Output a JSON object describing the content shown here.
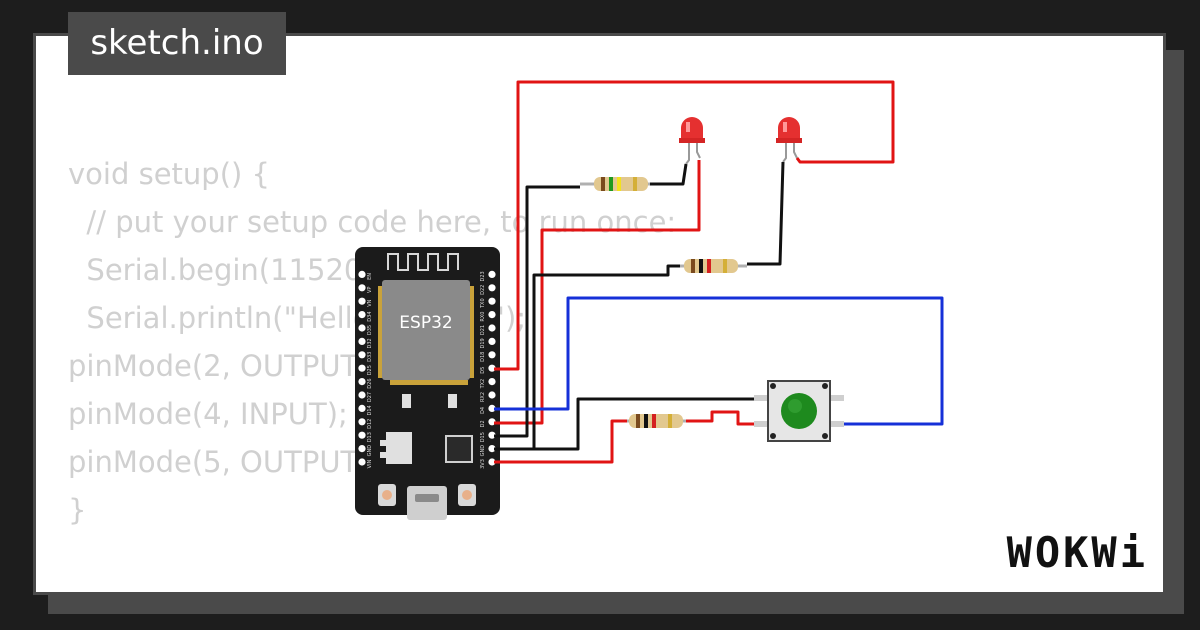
{
  "page": {
    "title": "sketch.ino",
    "brand": "WOKWi"
  },
  "code": {
    "lines": [
      "void setup() {",
      "  // put your setup code here, to run once:",
      "  Serial.begin(115200);",
      "  Serial.println(\"Hello, ESP32!\");",
      "pinMode(2, OUTPUT);",
      "pinMode(4, INPUT);",
      "pinMode(5, OUTPUT);",
      "}"
    ]
  },
  "board": {
    "label": "ESP32",
    "left_pins": [
      "3V3",
      "GND",
      "D15",
      "D2",
      "D4",
      "RX2",
      "TX2",
      "D5",
      "D18",
      "D19",
      "D21",
      "RX0",
      "TX0",
      "D22",
      "D23"
    ],
    "right_pins": [
      "VIN",
      "GND",
      "D13",
      "D12",
      "D14",
      "D27",
      "D26",
      "D25",
      "D33",
      "D32",
      "D35",
      "D34",
      "VN",
      "VP",
      "EN"
    ]
  },
  "colors": {
    "wire_red": "#e11414",
    "wire_black": "#111111",
    "wire_blue": "#1530d8",
    "led": "#e53030",
    "button_cap": "#1e8a1e",
    "board": "#1b1b1b",
    "chip": "#8a8a8a"
  }
}
